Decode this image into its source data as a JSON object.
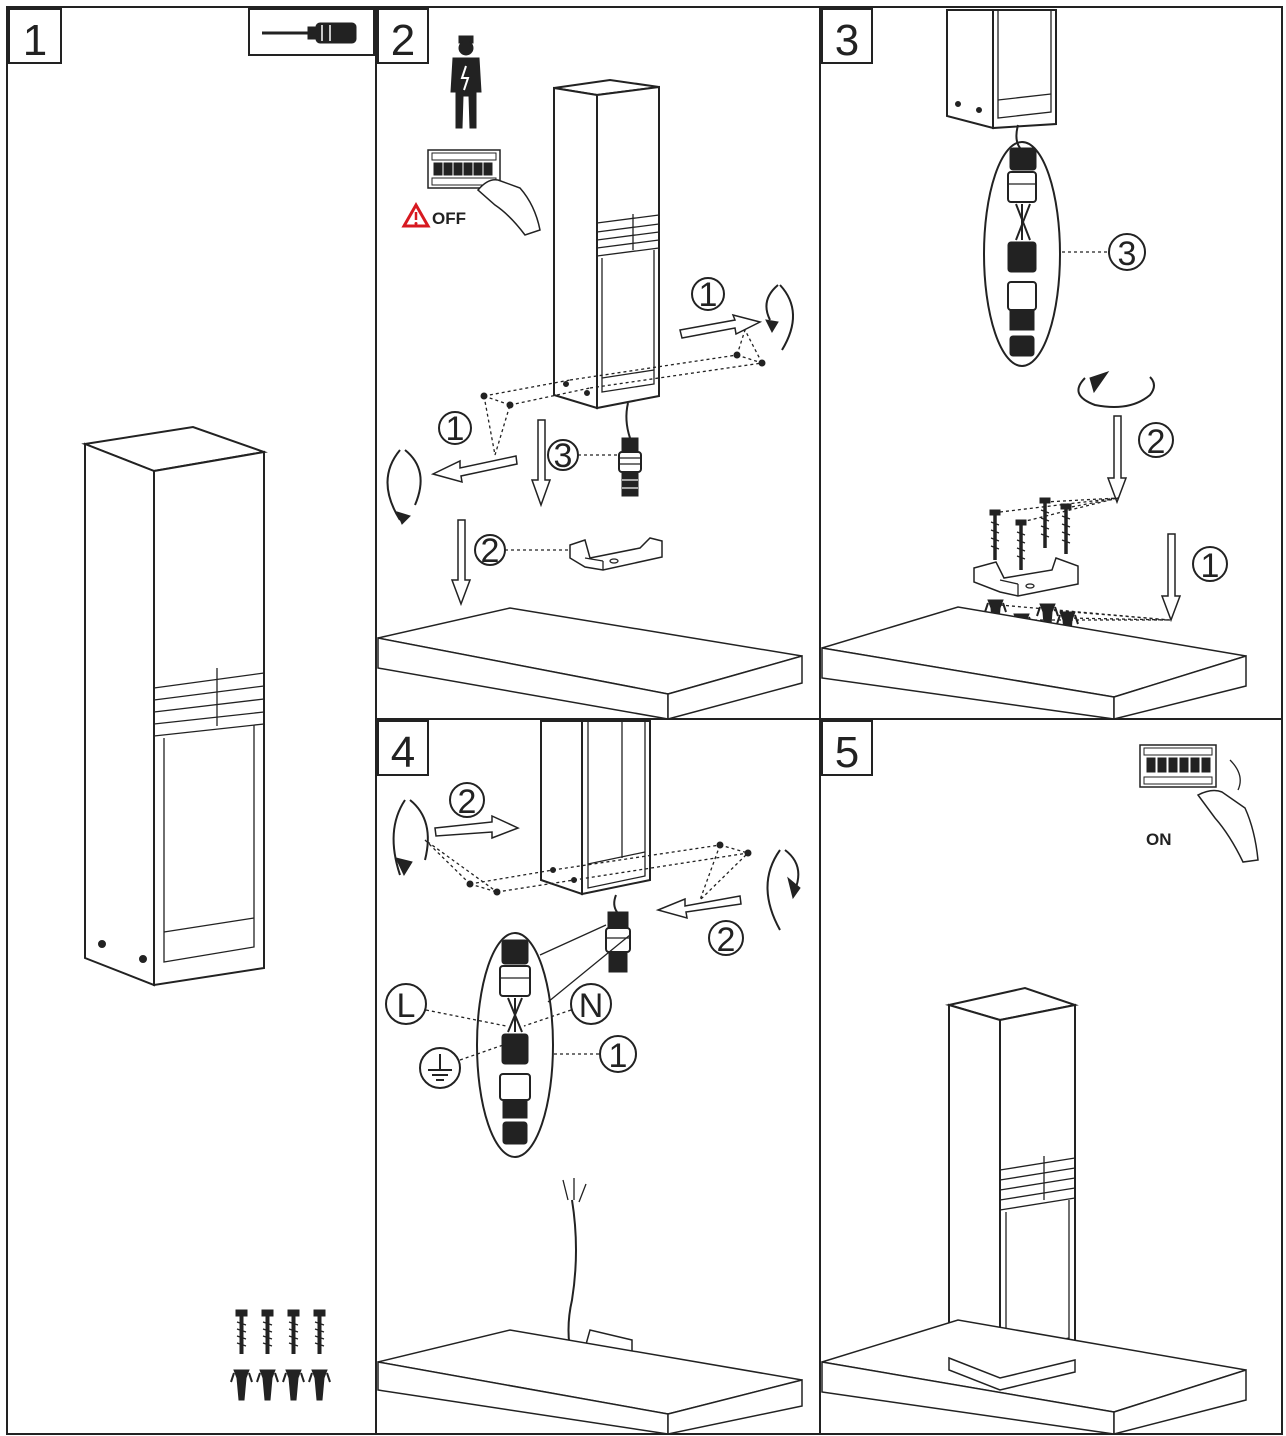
{
  "steps": {
    "s1": {
      "number": "1"
    },
    "s2": {
      "number": "2",
      "warning_text": "OFF",
      "callout_1a": "1",
      "callout_1b": "1",
      "callout_2": "2",
      "callout_3": "3"
    },
    "s3": {
      "number": "3",
      "callout_1": "1",
      "callout_2": "2",
      "callout_3": "3"
    },
    "s4": {
      "number": "4",
      "callout_1": "1",
      "callout_2a": "2",
      "callout_2b": "2",
      "label_live": "L",
      "label_neutral": "N"
    },
    "s5": {
      "number": "5",
      "switch_text": "ON"
    }
  },
  "icons": {
    "tool": "screwdriver-icon",
    "electrician": "electrician-icon",
    "breaker": "circuit-breaker-icon",
    "warning": "warning-triangle-icon",
    "ground": "ground-symbol-icon"
  },
  "colors": {
    "line": "#222222",
    "warning": "#d71920",
    "background": "#ffffff"
  }
}
